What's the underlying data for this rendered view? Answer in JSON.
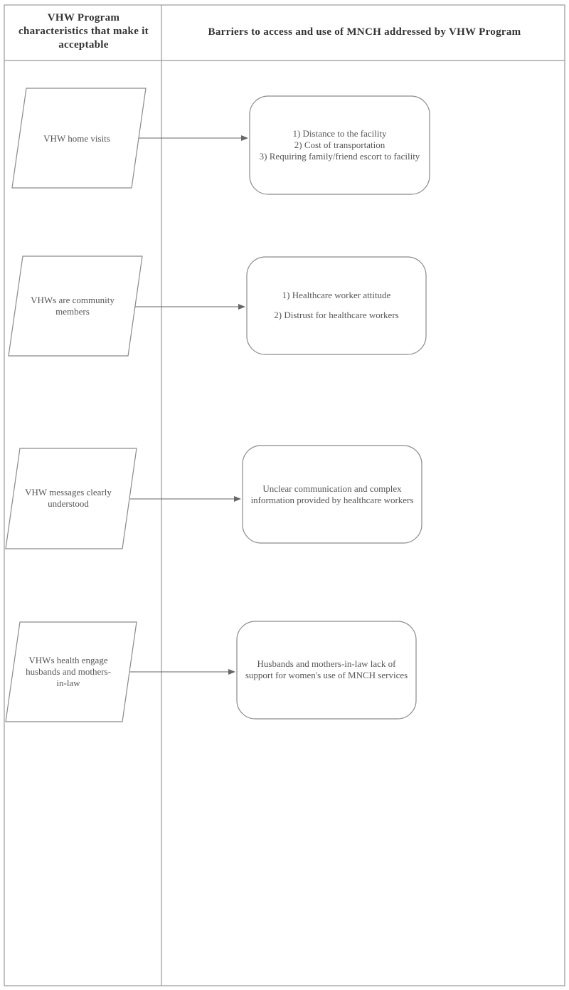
{
  "headers": {
    "left": "VHW Program characteristics that make it acceptable",
    "right": "Barriers to access and use of MNCH addressed by VHW Program"
  },
  "rows": [
    {
      "characteristic": "VHW home visits",
      "barriers": [
        "1) Distance to the facility",
        "2) Cost of transportation",
        "3) Requiring family/friend escort to facility"
      ]
    },
    {
      "characteristic": "VHWs are community members",
      "barriers": [
        "1) Healthcare worker attitude",
        "2) Distrust for healthcare workers"
      ]
    },
    {
      "characteristic": "VHW messages clearly understood",
      "barriers": [
        "Unclear communication and complex information provided by healthcare workers"
      ]
    },
    {
      "characteristic": "VHWs health engage husbands and mothers-in-law",
      "barriers": [
        "Husbands and  mothers-in-law lack of support for women's use of MNCH services"
      ]
    }
  ],
  "colors": {
    "line": "#9a9a9a",
    "shape_stroke": "#8a8a8a",
    "arrow": "#666666",
    "text": "#555555"
  }
}
